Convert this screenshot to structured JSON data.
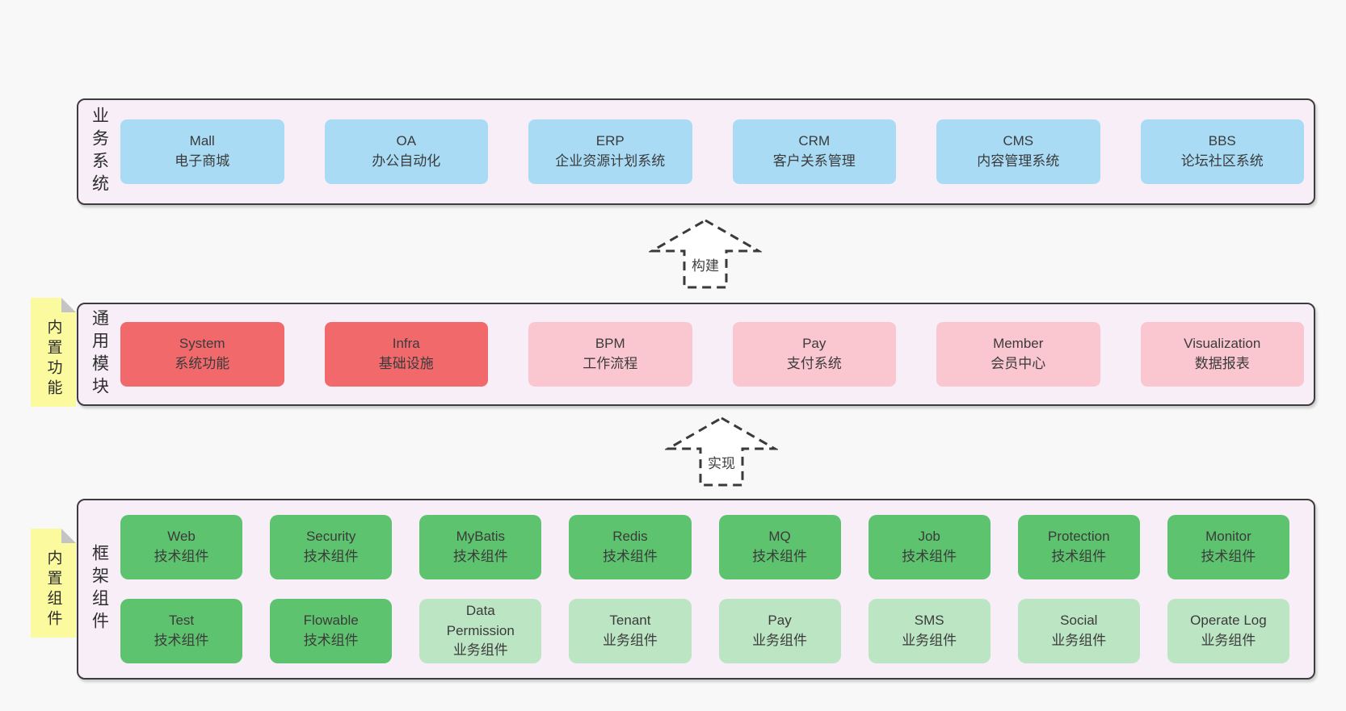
{
  "colors": {
    "page_bg": "#f8f8f8",
    "layer_bg": "#f8eef7",
    "layer_border": "#3d3d3d",
    "business_box_blue": "#a9dbf5",
    "module_box_red": "#f2696c",
    "module_box_pink": "#fac6cf",
    "component_box_green_dark": "#5ec36e",
    "component_box_green_light": "#bce5c4",
    "sticky_yellow": "#fbfa9e"
  },
  "arrows": {
    "build": "构建",
    "implement": "实现"
  },
  "layers": {
    "business": {
      "label": "业务系统",
      "boxes": [
        {
          "name": "Mall",
          "sub": "电子商城"
        },
        {
          "name": "OA",
          "sub": "办公自动化"
        },
        {
          "name": "ERP",
          "sub": "企业资源计划系统"
        },
        {
          "name": "CRM",
          "sub": "客户关系管理"
        },
        {
          "name": "CMS",
          "sub": "内容管理系统"
        },
        {
          "name": "BBS",
          "sub": "论坛社区系统"
        }
      ]
    },
    "modules": {
      "label": "通用模块",
      "sticky": "内置功能",
      "boxes": [
        {
          "name": "System",
          "sub": "系统功能"
        },
        {
          "name": "Infra",
          "sub": "基础设施"
        },
        {
          "name": "BPM",
          "sub": "工作流程"
        },
        {
          "name": "Pay",
          "sub": "支付系统"
        },
        {
          "name": "Member",
          "sub": "会员中心"
        },
        {
          "name": "Visualization",
          "sub": "数据报表"
        }
      ]
    },
    "components": {
      "label": "框架组件",
      "sticky": "内置组件",
      "row1": [
        {
          "name": "Web",
          "sub": "技术组件"
        },
        {
          "name": "Security",
          "sub": "技术组件"
        },
        {
          "name": "MyBatis",
          "sub": "技术组件"
        },
        {
          "name": "Redis",
          "sub": "技术组件"
        },
        {
          "name": "MQ",
          "sub": "技术组件"
        },
        {
          "name": "Job",
          "sub": "技术组件"
        },
        {
          "name": "Protection",
          "sub": "技术组件"
        },
        {
          "name": "Monitor",
          "sub": "技术组件"
        }
      ],
      "row2": [
        {
          "name": "Test",
          "sub": "技术组件"
        },
        {
          "name": "Flowable",
          "sub": "技术组件"
        },
        {
          "name": "Data Permission",
          "sub": "业务组件"
        },
        {
          "name": "Tenant",
          "sub": "业务组件"
        },
        {
          "name": "Pay",
          "sub": "业务组件"
        },
        {
          "name": "SMS",
          "sub": "业务组件"
        },
        {
          "name": "Social",
          "sub": "业务组件"
        },
        {
          "name": "Operate Log",
          "sub": "业务组件"
        }
      ]
    }
  }
}
